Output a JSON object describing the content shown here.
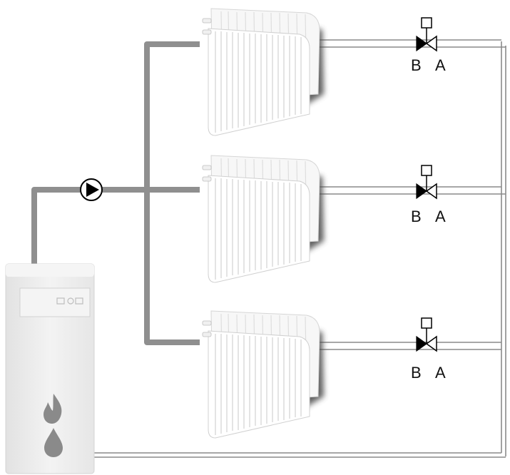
{
  "diagram": {
    "colors": {
      "supply_pipe": "#8f8f8f",
      "return_pipe": "#8a8a8a",
      "radiator_fill": "#ffffff",
      "radiator_rib": "#dcdcdc",
      "radiator_shadow": "#5a5a5a",
      "boiler_body": "#ececec",
      "boiler_panel": "#f2f2f2",
      "flame_icon": "#8a8a8a",
      "valve": "#000000"
    },
    "boiler": {
      "icons": [
        "flame-icon",
        "oil-drop-icon",
        "control-panel-icon"
      ]
    },
    "pump": {
      "icon": "circulation-pump-icon"
    },
    "radiators": [
      {
        "valve": {
          "label_b": "B",
          "label_a": "A"
        }
      },
      {
        "valve": {
          "label_b": "B",
          "label_a": "A"
        }
      },
      {
        "valve": {
          "label_b": "B",
          "label_a": "A"
        }
      }
    ]
  }
}
